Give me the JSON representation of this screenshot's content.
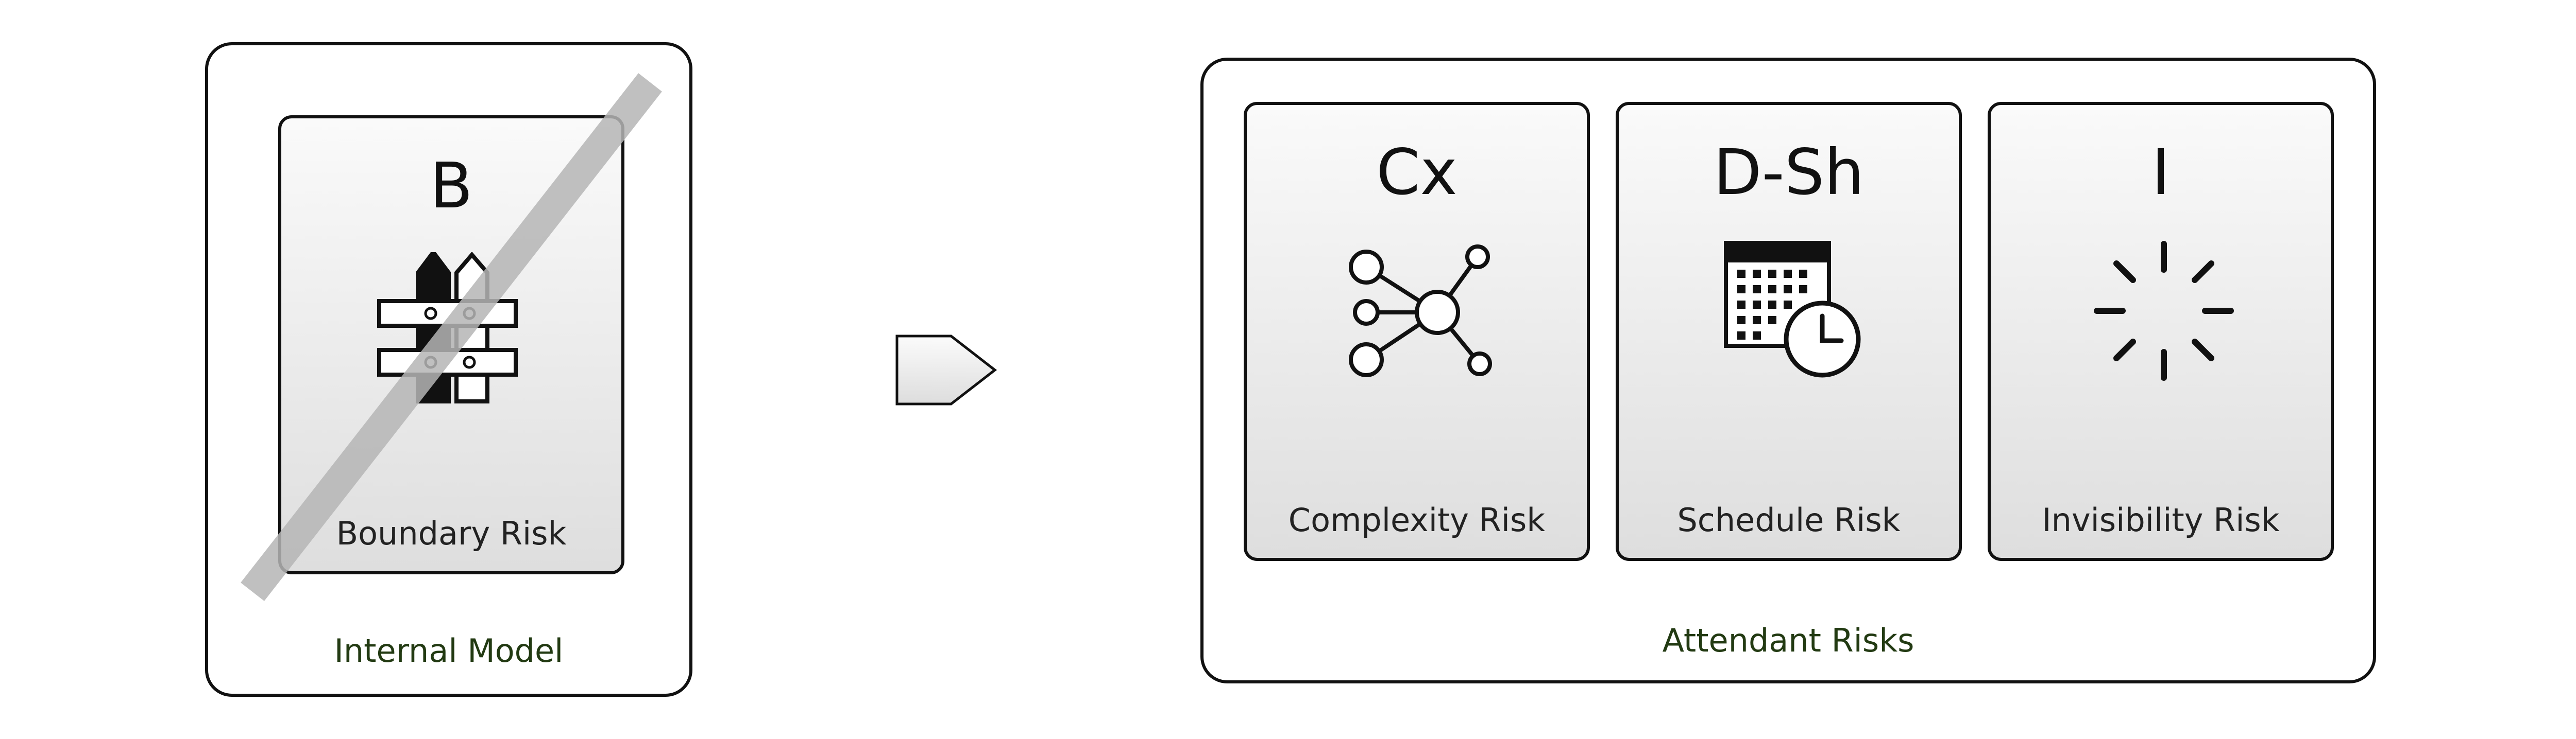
{
  "internal_model": {
    "label": "Internal Model",
    "card": {
      "abbr": "B",
      "label": "Boundary Risk",
      "icon": "fence-icon",
      "crossed_out": true
    }
  },
  "arrow": {
    "icon": "pentagon-arrow-icon"
  },
  "attendant_risks": {
    "label": "Attendant Risks",
    "cards": [
      {
        "abbr": "Cx",
        "label": "Complexity Risk",
        "icon": "network-icon"
      },
      {
        "abbr": "D-Sh",
        "label": "Schedule Risk",
        "icon": "calendar-clock-icon"
      },
      {
        "abbr": "I",
        "label": "Invisibility Risk",
        "icon": "sparkle-burst-icon"
      }
    ]
  },
  "colors": {
    "stroke": "#111111",
    "label_green": "#223a12",
    "strike_grey": "#b5b5b5"
  }
}
